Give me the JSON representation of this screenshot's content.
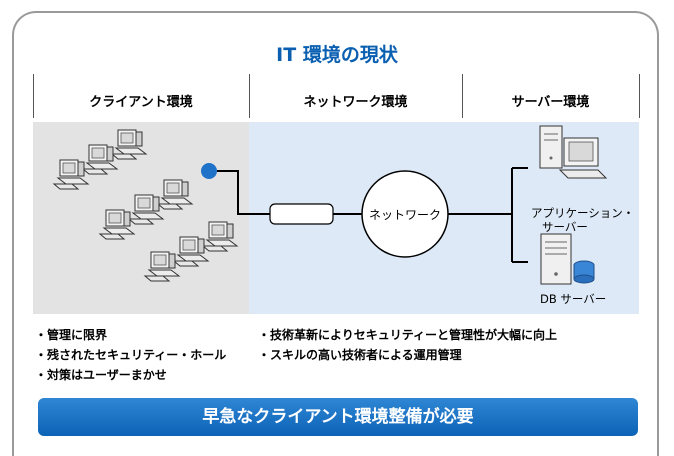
{
  "title": "IT 環境の現状",
  "columns": {
    "client": "クライアント環境",
    "network": "ネットワーク環境",
    "server": "サーバー環境"
  },
  "diagram": {
    "network_label": "ネットワーク",
    "app_server_line1": "アプリケーション・",
    "app_server_line2": "サーバー",
    "db_server": "DB サーバー"
  },
  "bullets_left": [
    "・管理に限界",
    "・残されたセキュリティー・ホール",
    "・対策はユーザーまかせ"
  ],
  "bullets_right": [
    "・技術革新によりセキュリティーと管理性が大幅に向上",
    "・スキルの高い技術者による運用管理"
  ],
  "banner": "早急なクライアント環境整備が必要",
  "colors": {
    "title_blue": "#0a5fb0",
    "gray_panel": "#e3e3e3",
    "blue_panel": "#dde9f6",
    "banner_top": "#2e86d4",
    "banner_bottom": "#0d63b6",
    "node_dot": "#1e73c8"
  }
}
